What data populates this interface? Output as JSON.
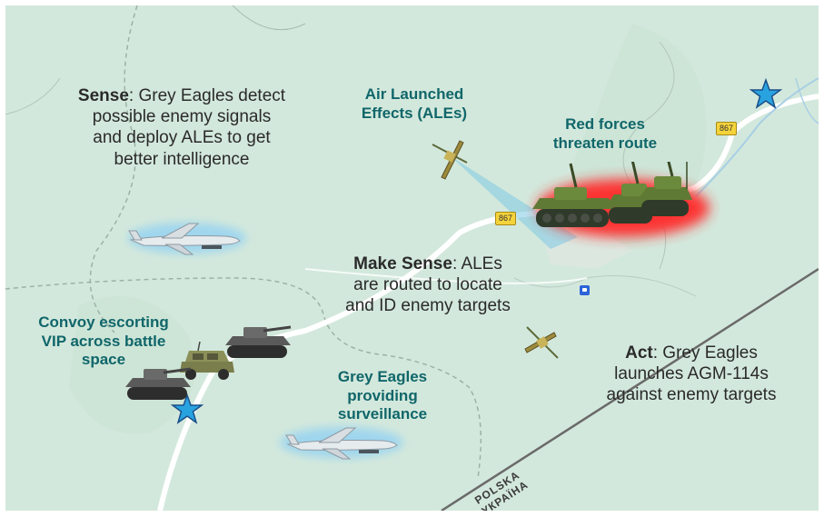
{
  "labels": {
    "sense": {
      "bold": "Sense",
      "rest_line1": ": Grey Eagles detect",
      "line2": "possible enemy signals",
      "line3": "and deploy ALEs to get",
      "line4": "better intelligence"
    },
    "ale": {
      "line1": "Air Launched",
      "line2": "Effects (ALEs)"
    },
    "red_forces": {
      "line1": "Red forces",
      "line2": "threaten route"
    },
    "make_sense": {
      "bold": "Make Sense",
      "rest_line1": ": ALEs",
      "line2": "are routed to locate",
      "line3": "and ID enemy targets"
    },
    "convoy": {
      "line1": "Convoy escorting",
      "line2": "VIP across battle",
      "line3": "space"
    },
    "grey_eagles": {
      "line1": "Grey Eagles",
      "line2": "providing",
      "line3": "surveillance"
    },
    "act": {
      "bold": "Act",
      "rest_line1": ": Grey Eagles",
      "line2": "launches AGM-114s",
      "line3": "against enemy targets"
    }
  },
  "road_shields": [
    "867",
    "867"
  ],
  "border_label": {
    "line1": "POLSKA",
    "line2": "УКРАЇНА"
  },
  "colors": {
    "map_bg": "#d3e8dc",
    "label_teal": "#10666a",
    "star": "#29a3e0",
    "red_glow": "#ff2a2a",
    "sensor_cone": "#7ec8e3",
    "shield": "#f5d33b"
  },
  "icons": [
    "grey-eagle-drone-icon",
    "ale-drone-icon",
    "tank-icon",
    "humvee-icon",
    "star-icon",
    "poi-icon"
  ]
}
